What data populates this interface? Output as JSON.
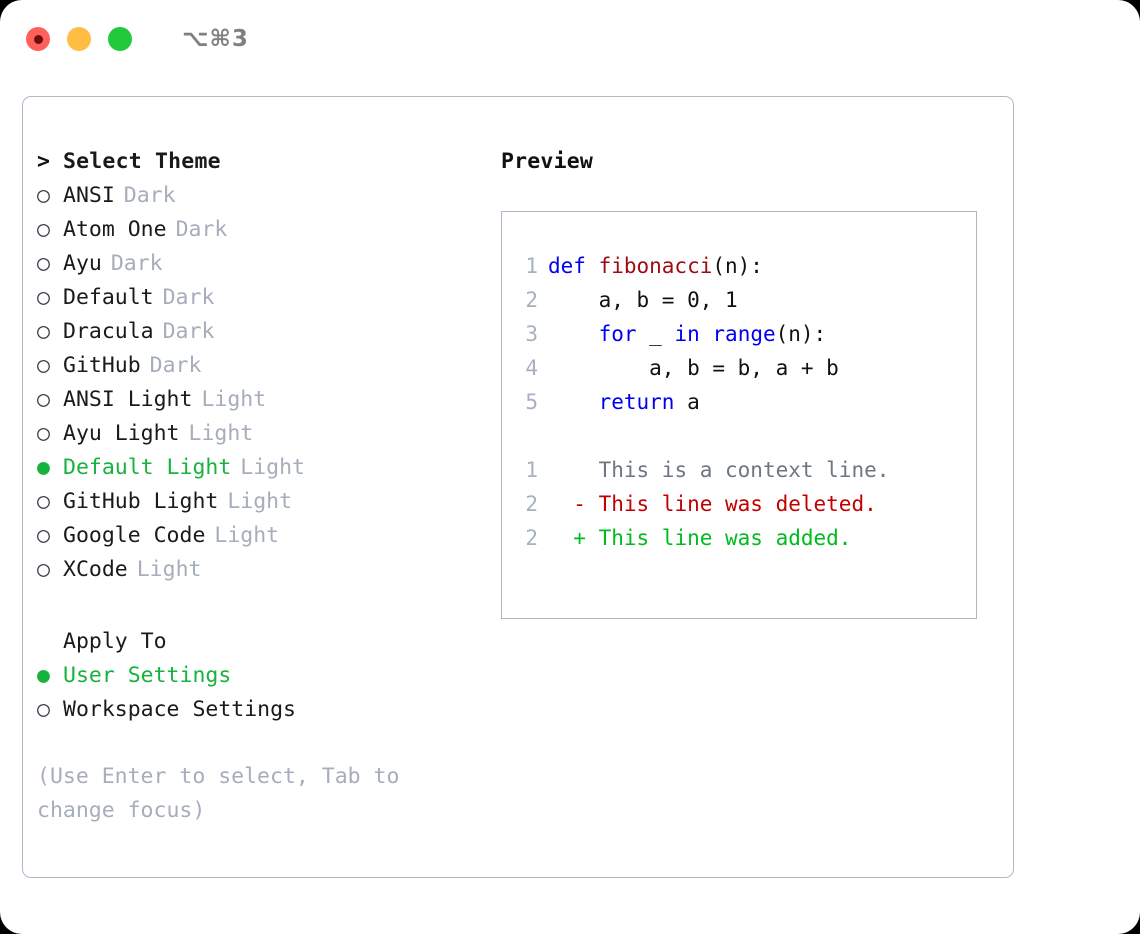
{
  "titlebar": {
    "shortcut": "⌥⌘3",
    "lights": {
      "close": "close-button",
      "minimize": "minimize-button",
      "maximize": "maximize-button"
    }
  },
  "theme_panel": {
    "header_marker": ">",
    "header": "Select Theme",
    "bullet_unselected": "○",
    "bullet_selected": "●",
    "items": [
      {
        "label": "ANSI",
        "tag": "Dark",
        "selected": false
      },
      {
        "label": "Atom One",
        "tag": "Dark",
        "selected": false
      },
      {
        "label": "Ayu",
        "tag": "Dark",
        "selected": false
      },
      {
        "label": "Default",
        "tag": "Dark",
        "selected": false
      },
      {
        "label": "Dracula",
        "tag": "Dark",
        "selected": false
      },
      {
        "label": "GitHub",
        "tag": "Dark",
        "selected": false
      },
      {
        "label": "ANSI Light",
        "tag": "Light",
        "selected": false
      },
      {
        "label": "Ayu Light",
        "tag": "Light",
        "selected": false
      },
      {
        "label": "Default Light",
        "tag": "Light",
        "selected": true
      },
      {
        "label": "GitHub Light",
        "tag": "Light",
        "selected": false
      },
      {
        "label": "Google Code",
        "tag": "Light",
        "selected": false
      },
      {
        "label": "XCode",
        "tag": "Light",
        "selected": false
      }
    ]
  },
  "apply_to": {
    "header": "Apply To",
    "items": [
      {
        "label": "User Settings",
        "selected": true
      },
      {
        "label": "Workspace Settings",
        "selected": false
      }
    ]
  },
  "hint": "(Use Enter to select, Tab to change focus)",
  "preview": {
    "title": "Preview",
    "code_lines": [
      {
        "no": "1",
        "tokens": [
          {
            "t": "def ",
            "k": "kw"
          },
          {
            "t": "fibonacci",
            "k": "fn"
          },
          {
            "t": "(n):",
            "k": "plain"
          }
        ]
      },
      {
        "no": "2",
        "tokens": [
          {
            "t": "    a, b = 0, 1",
            "k": "plain"
          }
        ]
      },
      {
        "no": "3",
        "tokens": [
          {
            "t": "    ",
            "k": "plain"
          },
          {
            "t": "for",
            "k": "kw"
          },
          {
            "t": " _ ",
            "k": "plain"
          },
          {
            "t": "in",
            "k": "kw"
          },
          {
            "t": " ",
            "k": "plain"
          },
          {
            "t": "range",
            "k": "kw"
          },
          {
            "t": "(n):",
            "k": "plain"
          }
        ]
      },
      {
        "no": "4",
        "tokens": [
          {
            "t": "        a, b = b, a + b",
            "k": "plain"
          }
        ]
      },
      {
        "no": "5",
        "tokens": [
          {
            "t": "    ",
            "k": "plain"
          },
          {
            "t": "return",
            "k": "kw"
          },
          {
            "t": " a",
            "k": "plain"
          }
        ]
      }
    ],
    "diff_lines": [
      {
        "no": "1",
        "marker": " ",
        "text": " This is a context line.",
        "kind": "ctx"
      },
      {
        "no": "2",
        "marker": "-",
        "text": " This line was deleted.",
        "kind": "del"
      },
      {
        "no": "2",
        "marker": "+",
        "text": " This line was added.",
        "kind": "add"
      }
    ]
  },
  "colors": {
    "accent_green": "#16b33f",
    "keyword_blue": "#0000ee",
    "function_red": "#9c0d12",
    "diff_delete": "#c30000",
    "diff_add": "#00bb1e",
    "muted_gray": "#a6adbb",
    "border": "#b0b8c8"
  }
}
